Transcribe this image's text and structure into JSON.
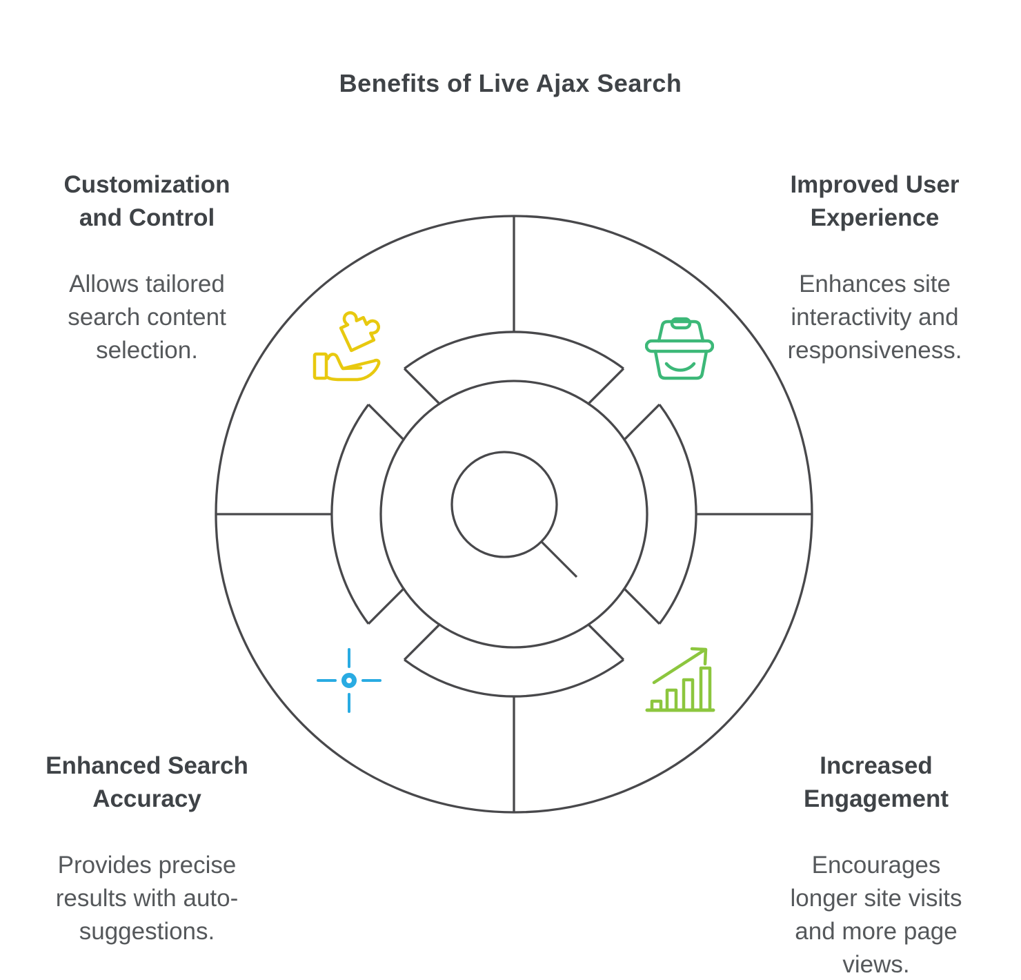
{
  "title": "Benefits of Live Ajax Search",
  "colors": {
    "line": "#48484b",
    "heading": "#3f4347",
    "body": "#55585b",
    "yellow": "#e8c90f",
    "green": "#3cb878",
    "blue": "#29abe2",
    "lime": "#8cc63e"
  },
  "center": {
    "icon": "magnifying-glass-icon"
  },
  "quadrants": [
    {
      "id": "customization-and-control",
      "position": "top-left",
      "icon": "hand-holding-puzzle-icon",
      "icon_color": "#e8c90f",
      "heading": [
        "Customization",
        "and Control"
      ],
      "body": [
        "Allows tailored",
        "search content",
        "selection."
      ]
    },
    {
      "id": "improved-user-experience",
      "position": "top-right",
      "icon": "smiling-basket-icon",
      "icon_color": "#3cb878",
      "heading": [
        "Improved User",
        "Experience"
      ],
      "body": [
        "Enhances site",
        "interactivity and",
        "responsiveness."
      ]
    },
    {
      "id": "enhanced-search-accuracy",
      "position": "bottom-left",
      "icon": "crosshair-target-icon",
      "icon_color": "#29abe2",
      "heading": [
        "Enhanced Search",
        "Accuracy"
      ],
      "body": [
        "Provides precise",
        "results with auto-",
        "suggestions."
      ]
    },
    {
      "id": "increased-engagement",
      "position": "bottom-right",
      "icon": "growth-bar-chart-icon",
      "icon_color": "#8cc63e",
      "heading": [
        "Increased",
        "Engagement"
      ],
      "body": [
        "Encourages",
        "longer site visits",
        "and more page",
        "views."
      ]
    }
  ]
}
